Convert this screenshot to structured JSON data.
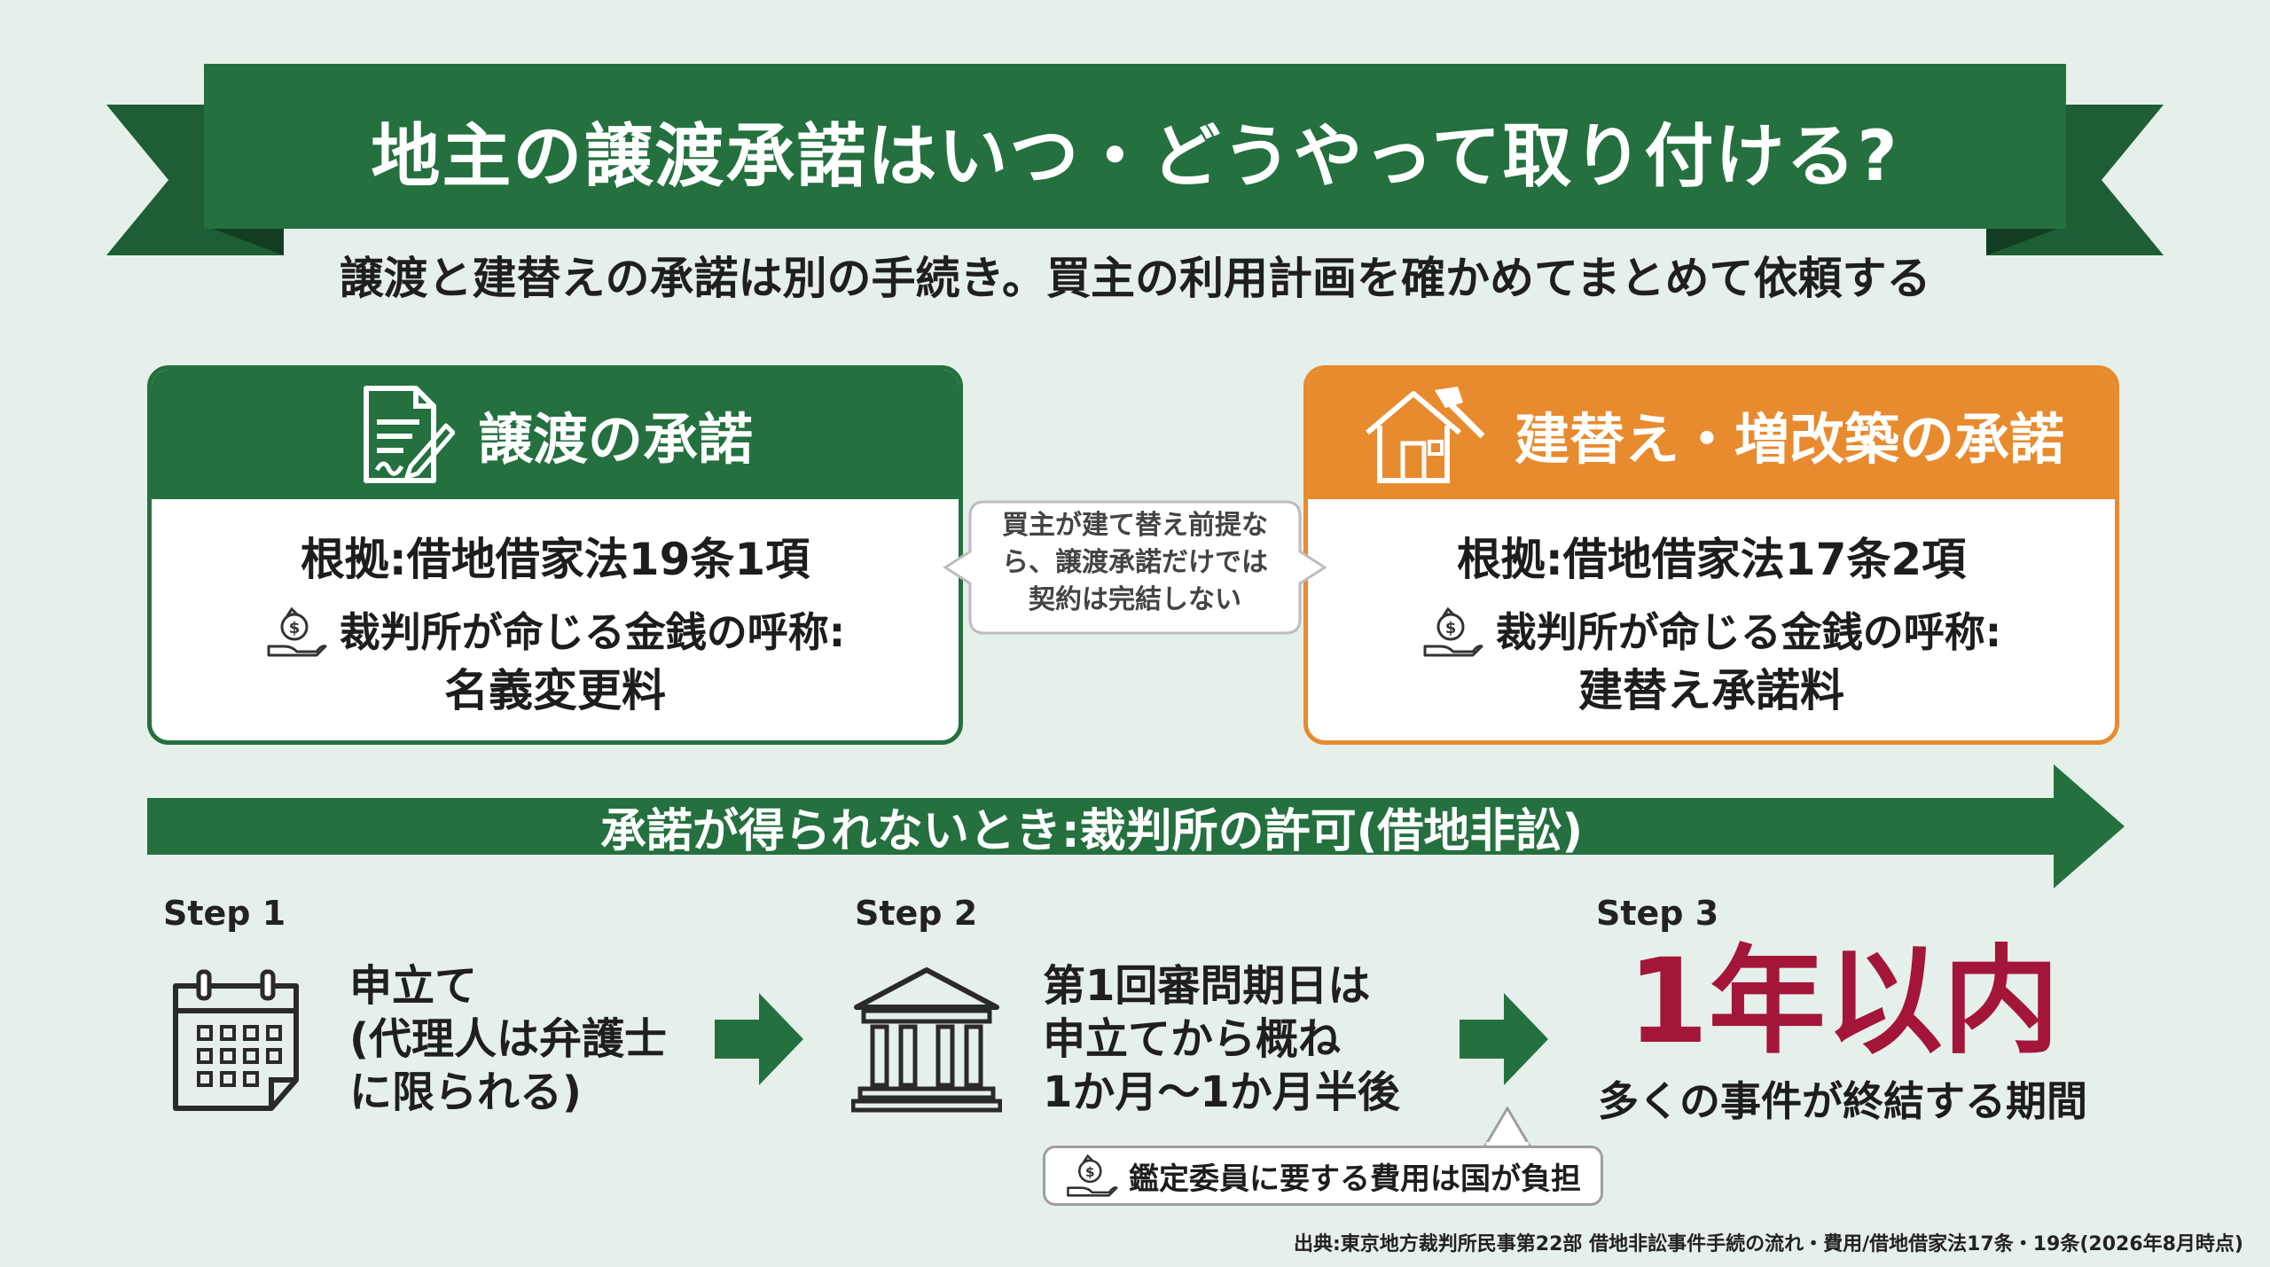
{
  "header": {
    "title": "地主の譲渡承諾はいつ・どうやって取り付ける?",
    "subtitle": "譲渡と建替えの承諾は別の手続き。買主の利用計画を確かめてまとめて依頼する"
  },
  "cards": {
    "left": {
      "title": "譲渡の承諾",
      "icon": "document-signature-icon",
      "basis": "根拠:借地借家法19条1項",
      "fee_label": "裁判所が命じる金銭の呼称:",
      "fee_name": "名義変更料"
    },
    "right": {
      "title": "建替え・増改築の承諾",
      "icon": "house-hammer-icon",
      "basis": "根拠:借地借家法17条2項",
      "fee_label": "裁判所が命じる金銭の呼称:",
      "fee_name": "建替え承諾料"
    }
  },
  "callout": {
    "line1": "買主が建て替え前提な",
    "line2": "ら、譲渡承諾だけでは",
    "line3": "契約は完結しない"
  },
  "band": {
    "text": "承諾が得られないとき:裁判所の許可(借地非訟)"
  },
  "steps": [
    {
      "label": "Step 1",
      "icon": "calendar-icon",
      "lines": [
        "申立て",
        "(代理人は弁護士",
        "に限られる)"
      ]
    },
    {
      "label": "Step 2",
      "icon": "courthouse-icon",
      "lines": [
        "第1回審問期日は",
        "申立てから概ね",
        "1か月〜1か月半後"
      ]
    },
    {
      "label": "Step 3",
      "big": "1年以内",
      "desc": "多くの事件が終結する期間"
    }
  ],
  "note": "鑑定委員に要する費用は国が負担",
  "source": "出典:東京地方裁判所民事第22部 借地非訟事件手続の流れ・費用/借地借家法17条・19条(2026年8月時点)",
  "colors": {
    "green": "#24703f",
    "orange": "#e88a2e",
    "accent_red": "#a3163a",
    "background": "#e6f0ea"
  }
}
